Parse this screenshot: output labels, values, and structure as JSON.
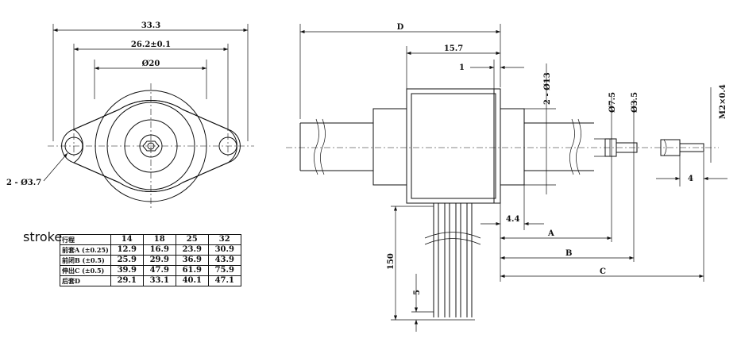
{
  "front_view": {
    "dim_overall": "33.3",
    "dim_holes": "26.2±0.1",
    "dim_body": "Ø20",
    "dim_hole_dia": "2 - Ø3.7"
  },
  "side_view": {
    "dim_D": "D",
    "dim_15_7": "15.7",
    "dim_1": "1",
    "dim_2_13": "2 - Ø13",
    "dim_7_5": "Ø7.5",
    "dim_3_5": "Ø3.5",
    "dim_m2": "M2×0.4",
    "dim_4": "4",
    "dim_4_4": "4.4",
    "dim_A": "A",
    "dim_B": "B",
    "dim_C": "C",
    "dim_150": "150",
    "dim_5": "5"
  },
  "stroke_label": "stroke",
  "table": {
    "header": [
      "行程",
      "14",
      "18",
      "25",
      "32"
    ],
    "rows": [
      {
        "label": "前套A (±0.25)",
        "values": [
          "12.9",
          "16.9",
          "23.9",
          "30.9"
        ]
      },
      {
        "label": "前闭B (±0.5)",
        "values": [
          "25.9",
          "29.9",
          "36.9",
          "43.9"
        ]
      },
      {
        "label": "伸出C (±0.5)",
        "values": [
          "39.9",
          "47.9",
          "61.9",
          "75.9"
        ]
      },
      {
        "label": "后套D",
        "values": [
          "29.1",
          "33.1",
          "40.1",
          "47.1"
        ]
      }
    ]
  }
}
